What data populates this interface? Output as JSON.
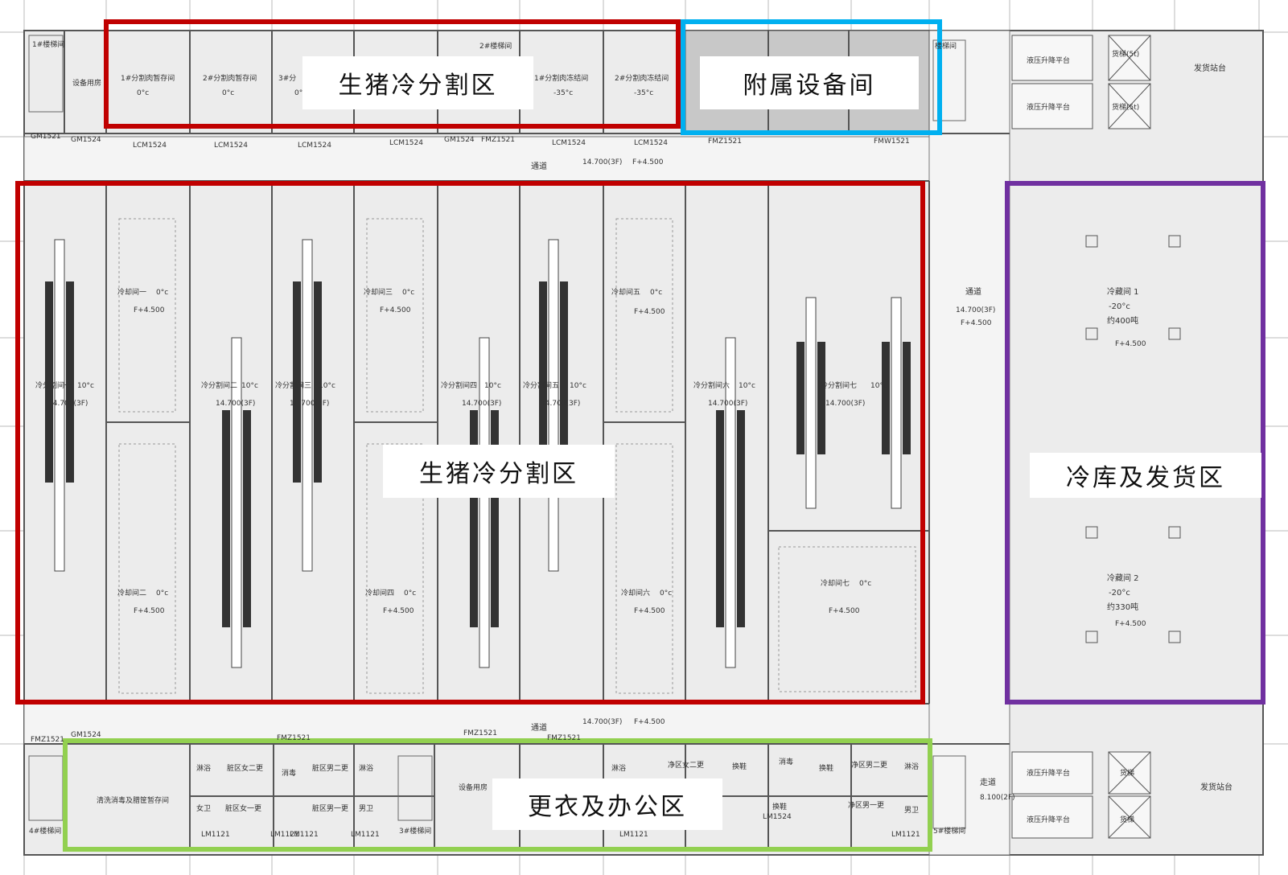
{
  "colors": {
    "cutting": "#c00000",
    "equipment": "#00b0f0",
    "cold_storage": "#7030a0",
    "changing": "#92d050",
    "floor": "#e8e8e8",
    "wall": "#555555"
  },
  "zones": {
    "top_cutting": "生猪冷分割区",
    "equipment": "附属设备间",
    "main_cutting": "生猪冷分割区",
    "cold_storage": "冷库及发货区",
    "changing": "更衣及办公区"
  },
  "top_rooms": [
    {
      "name": "1#楼梯间"
    },
    {
      "name": "设备用房"
    },
    {
      "name": "1#分割肉暂存间",
      "temp": "0°c"
    },
    {
      "name": "2#分割肉暂存间",
      "temp": "0°c"
    },
    {
      "name": "3#分",
      "temp": "0°"
    },
    {
      "name": "2#楼梯间"
    },
    {
      "name": "1#分割肉冻结间",
      "temp": "-35°c"
    },
    {
      "name": "2#分割肉冻结间",
      "temp": "-35°c"
    },
    {
      "name": "楼梯间"
    }
  ],
  "top_doors": [
    "GM1521",
    "GM1524",
    "LCM1524",
    "LCM1524",
    "LCM1524",
    "LCM1524",
    "GM1524",
    "FMZ1521",
    "LCM1524",
    "LCM1524",
    "FMZ1521",
    "FMW1521"
  ],
  "corridor": {
    "label": "通道",
    "elev": "14.700(3F)",
    "floor": "F+4.500"
  },
  "cooling_rooms": [
    {
      "name": "冷却间一",
      "temp": "0°c",
      "floor": "F+4.500"
    },
    {
      "name": "冷却间三",
      "temp": "0°c",
      "floor": "F+4.500"
    },
    {
      "name": "冷却间五",
      "temp": "0°c",
      "floor": "F+4.500"
    },
    {
      "name": "冷却间二",
      "temp": "0°c",
      "floor": "F+4.500"
    },
    {
      "name": "冷却间四",
      "temp": "0°c",
      "floor": "F+4.500"
    },
    {
      "name": "冷却间六",
      "temp": "0°c",
      "floor": "F+4.500"
    },
    {
      "name": "冷却间七",
      "temp": "0°c",
      "floor": "F+4.500"
    }
  ],
  "cutting_rooms": [
    {
      "name": "冷分割间一",
      "temp": "10°c",
      "elev": "14.700(3F)"
    },
    {
      "name": "冷分割间二",
      "temp": "10°c",
      "elev": "14.700(3F)"
    },
    {
      "name": "冷分割间三",
      "temp": "10°c",
      "elev": "14.700(3F)"
    },
    {
      "name": "冷分割间四",
      "temp": "10°c",
      "elev": "14.700(3F)"
    },
    {
      "name": "冷分割间五",
      "temp": "10°c",
      "elev": "14.700(3F)"
    },
    {
      "name": "冷分割间六",
      "temp": "10°c",
      "elev": "14.700(3F)"
    },
    {
      "name": "冷分割间七",
      "temp": "10°c",
      "elev": "14.700(3F)"
    }
  ],
  "cold_rooms": [
    {
      "name": "冷藏间 1",
      "temp": "-20°c",
      "capacity": "约400吨",
      "floor": "F+4.500"
    },
    {
      "name": "冷藏间 2",
      "temp": "-20°c",
      "capacity": "约330吨",
      "floor": "F+4.500"
    }
  ],
  "right_top": {
    "lift1": "液压升降平台",
    "lift2": "液压升降平台",
    "crane1": "货梯(5t)",
    "crane2": "货梯(5t)",
    "dispatch": "发货站台"
  },
  "right_bottom": {
    "lift1": "液压升降平台",
    "lift2": "液压升降平台",
    "crane1": "货梯",
    "crane2": "货梯",
    "dispatch": "发货站台",
    "walk": "走道",
    "elev": "8.100(2F)"
  },
  "bottom_rooms": {
    "cleaning": "清洗消毒及腊筐暂存间",
    "shower1": "淋浴",
    "dirty_f2": "脏区女二更",
    "disinfect": "消毒",
    "dirty_m2": "脏区男二更",
    "shower2": "淋浴",
    "wc_f": "女卫",
    "dirty_f1": "脏区女一更",
    "dirty_m1": "脏区男一更",
    "wc_m": "男卫",
    "equip": "设备用房",
    "shower3": "淋浴",
    "clean_f2": "净区女二更",
    "shoes": "换鞋",
    "disinfect2": "消毒",
    "shoes2": "换鞋",
    "clean_m2": "净区男二更",
    "shower4": "淋浴",
    "clean_m1": "净区男一更",
    "wc_m2": "男卫",
    "shoes3": "换鞋",
    "stair4": "4#楼梯间",
    "stair3": "3#楼梯间",
    "stair5": "5#楼梯间"
  },
  "bottom_doors": [
    "FMZ1521",
    "GM1524",
    "FMZ1521",
    "FMZ1521",
    "FMZ1521",
    "LM1121",
    "LM1121",
    "LM1121",
    "LM1121",
    "LM1121",
    "LM1524",
    "LM1121"
  ],
  "bottom_corridor": {
    "label": "通道",
    "elev": "14.700(3F)",
    "floor": "F+4.500"
  }
}
